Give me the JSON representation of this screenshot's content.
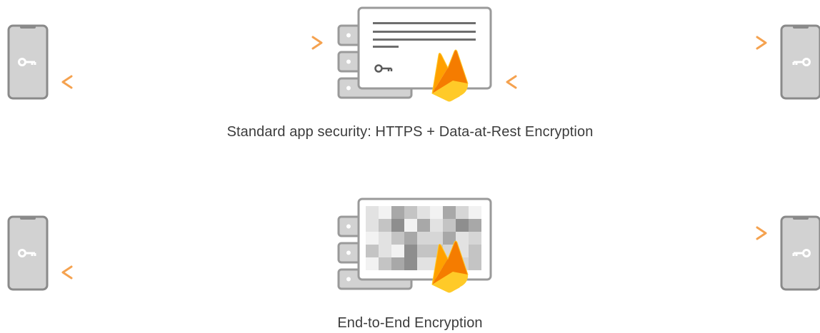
{
  "colors": {
    "arrow": "#F5A24F",
    "arrow_faded": "#FCE3C6",
    "device_fill": "#D2D2D2",
    "device_stroke": "#8A8A8A",
    "server_stroke": "#9A9A9A",
    "text": "#3C3C3C",
    "firebase_yellow": "#FFCA28",
    "firebase_amber": "#FFA000",
    "firebase_orange": "#F57C00"
  },
  "icons": {
    "client_device": "smartphone-icon",
    "key": "key-icon",
    "server": "server-rack-icon",
    "document": "document-icon",
    "firebase": "firebase-flame-icon",
    "encrypted_data": "pixelated-data-icon"
  },
  "diagrams": [
    {
      "id": "standard",
      "caption": "Standard app security: HTTPS + Data-at-Rest Encryption",
      "server_content": "readable-document",
      "key_on_server": true
    },
    {
      "id": "e2e",
      "caption": "End-to-End Encryption",
      "server_content": "encrypted-blocks",
      "key_on_server": false
    }
  ]
}
